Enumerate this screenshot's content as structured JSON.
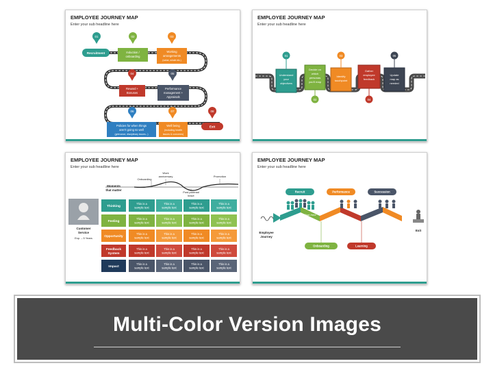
{
  "slides": [
    {
      "title": "EMPLOYEE JOURNEY MAP",
      "subtitle": "Enter your sub headline here",
      "markers": [
        "01",
        "02",
        "03",
        "04",
        "05",
        "06",
        "07",
        "08"
      ],
      "boxes": {
        "recruitment": "Recruitment",
        "induction_1": "Induction /",
        "induction_2": "onboarding",
        "working_1": "Working",
        "working_2": "arrangements",
        "working_3": "(value, whole etc.)",
        "reward_1": "Reward +",
        "reward_2": "Bonuses",
        "perf_1": "Performance",
        "perf_2": "management +",
        "perf_3": "Appraisals",
        "policies_1": "Policies for when things",
        "policies_2": "aren't going so well",
        "policies_3": "(grievance, disciplinary issues...)",
        "wellbeing_1": "Well being",
        "wellbeing_2": "(including health",
        "wellbeing_3": "issues & concerns)",
        "exit": "Exit"
      }
    },
    {
      "title": "EMPLOYEE JOURNEY MAP",
      "subtitle": "Enter your sub headline here",
      "markers": [
        "01",
        "02",
        "03",
        "04",
        "05"
      ],
      "steps": [
        [
          "Understand",
          "your",
          "objectives"
        ],
        [
          "Decide on",
          "which",
          "personas",
          "you'll map"
        ],
        [
          "Identify",
          "touchpoint"
        ],
        [
          "Gather",
          "employee",
          "feedback"
        ],
        [
          "Update",
          "map as",
          "needed"
        ]
      ]
    },
    {
      "title": "EMPLOYEE JOURNEY MAP",
      "subtitle": "Enter your sub headline here",
      "moments_1": "Moments",
      "moments_2": "that matter",
      "events": [
        "Onboarding",
        "Work",
        "anniversary",
        "Post parental",
        "leave",
        "Promotion"
      ],
      "persona_name_1": "Customer",
      "persona_name_2": "Service",
      "persona_exp": "Exp. – 5 Years",
      "rows": [
        "Thinking",
        "Feeling",
        "Opportunity",
        "Feedback",
        "System",
        "Impact"
      ],
      "cell_line_1": "This is a",
      "cell_line_2": "sample text"
    },
    {
      "title": "EMPLOYEE JOURNEY MAP",
      "subtitle": "Enter your sub headline here",
      "stages_top": [
        "Recruit",
        "Performance",
        "Succession"
      ],
      "stages_bottom": [
        "Onboarding",
        "Learning"
      ],
      "arrow_label": "Start Here",
      "start_label_1": "Employee",
      "start_label_2": "Journey",
      "exit_label": "Exit"
    }
  ],
  "banner": {
    "title": "Multi-Color Version Images"
  },
  "colors": {
    "teal": "#2e9d8f",
    "green": "#7fb341",
    "orange": "#f08a24",
    "red": "#c0392b",
    "slate": "#4a5568",
    "blue": "#2f7fc1",
    "navy": "#1f3a5a"
  }
}
